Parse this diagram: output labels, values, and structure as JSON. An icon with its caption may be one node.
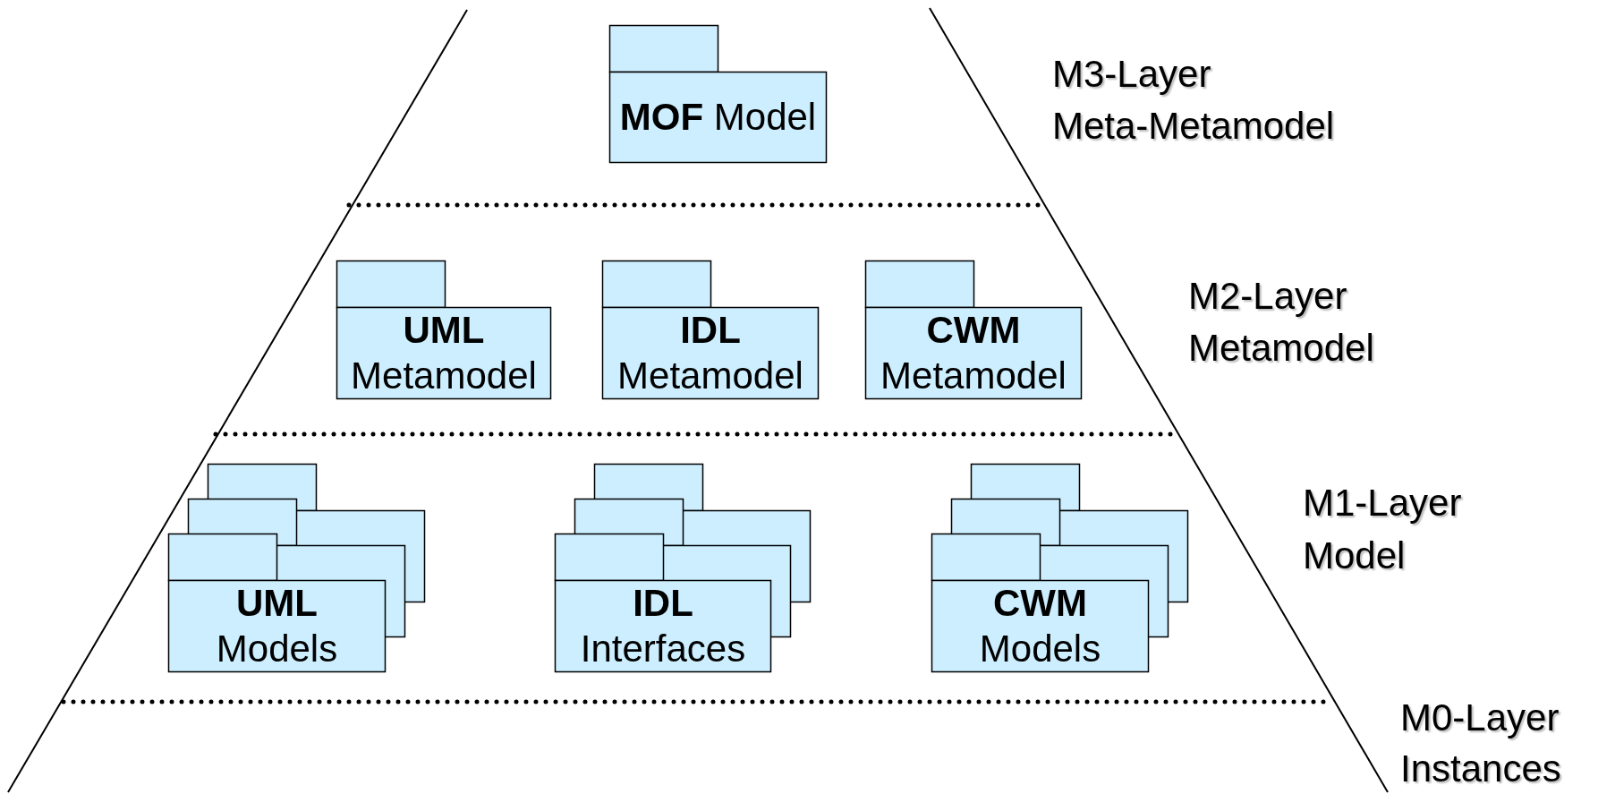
{
  "diagram": {
    "nodes": [
      {
        "text": [
          "**MOF** Model"
        ]
      },
      {
        "text": [
          "UML",
          "Metamodel"
        ]
      },
      {
        "text": [
          "IDL",
          "Metamodel"
        ]
      },
      {
        "text": [
          "CWM",
          "Metamodel"
        ]
      },
      {
        "text": [
          "UML",
          "Models"
        ]
      },
      {
        "text": [
          "IDL",
          "Interfaces"
        ]
      },
      {
        "text": [
          "CWM",
          "Models"
        ]
      }
    ],
    "labels": [
      "M3-Layer",
      "Meta-Metamodel",
      "M2-Layer",
      "Metamodel",
      "M1-Layer",
      "Model",
      "M0-Layer",
      "Instances"
    ]
  }
}
